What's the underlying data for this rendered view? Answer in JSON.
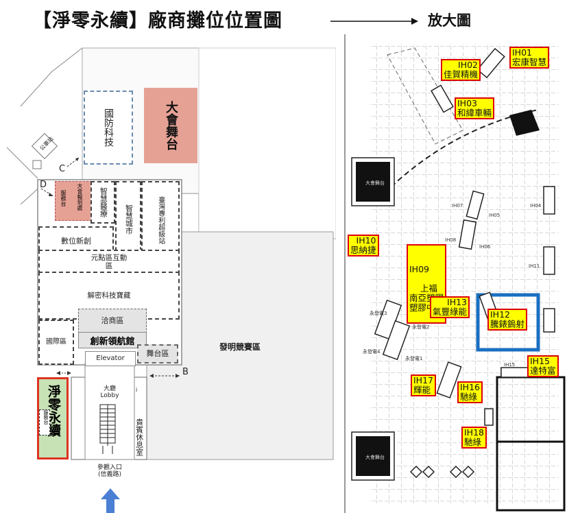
{
  "header": {
    "title": "【淨零永續】廠商攤位位置圖",
    "zoom_label": "放大圖"
  },
  "floor_plan": {
    "defense_tech": "國防科技",
    "main_stage": "大會舞台",
    "bus_stop": "公車站",
    "door_c": "C",
    "door_d": "D",
    "meeting_room": "大會報到處",
    "info_area": "服務台",
    "smart_medical": "智慧醫療",
    "smart_city": "智慧城市",
    "patent_station": "臺灣專利超級站",
    "digital_art": "數位新創",
    "meta_area": "元點區互動區",
    "tech_art": "解密科技寶藏",
    "central_area": "洽商區",
    "intl_area": "國際區",
    "innovation_hall": "創新領航館",
    "elevator": "Elevator",
    "small_stage": "舞台區",
    "door_b": "B",
    "invention_area": "發明競賽區",
    "lobby_title": "大廳",
    "lobby_en": "Lobby",
    "lounge": "貴賓休息室",
    "lounge_mark": "i",
    "net_zero": "淨零永續",
    "net_zero_inner": "服務台",
    "entrance": "參觀入口",
    "entrance_sub": "(信義路)"
  },
  "zoom_map": {
    "booths": [
      {
        "code": "IH01",
        "name": "宏康智慧"
      },
      {
        "code": "IH02",
        "name": "佳賀精機"
      },
      {
        "code": "IH03",
        "name": "和緯車輛"
      },
      {
        "code": "IH09",
        "name": "上福\n南亞塑膠\n塑膠中心"
      },
      {
        "code": "IH10",
        "name": "思納捷"
      },
      {
        "code": "IH12",
        "name": "騰錶鎢射"
      },
      {
        "code": "IH13",
        "name": "氣豐綠能"
      },
      {
        "code": "IH15",
        "name": "達特富"
      },
      {
        "code": "IH16",
        "name": "馳綠"
      },
      {
        "code": "IH17",
        "name": "輝能"
      },
      {
        "code": "IH18",
        "name": "馳綠"
      }
    ],
    "small_labels": [
      "IH07",
      "IH05",
      "IH04",
      "IH08",
      "IH06",
      "IH11",
      "IH15",
      "永發電3",
      "永發電2",
      "永發電4",
      "永發電1",
      "大會舞台",
      "大會舞台"
    ]
  },
  "colors": {
    "stage": "#e6a195",
    "netzero_bg": "#c7e2b4",
    "highlight": "#1a6fc2",
    "yellow": "#ffff00",
    "arrow": "#4a7fd4"
  }
}
